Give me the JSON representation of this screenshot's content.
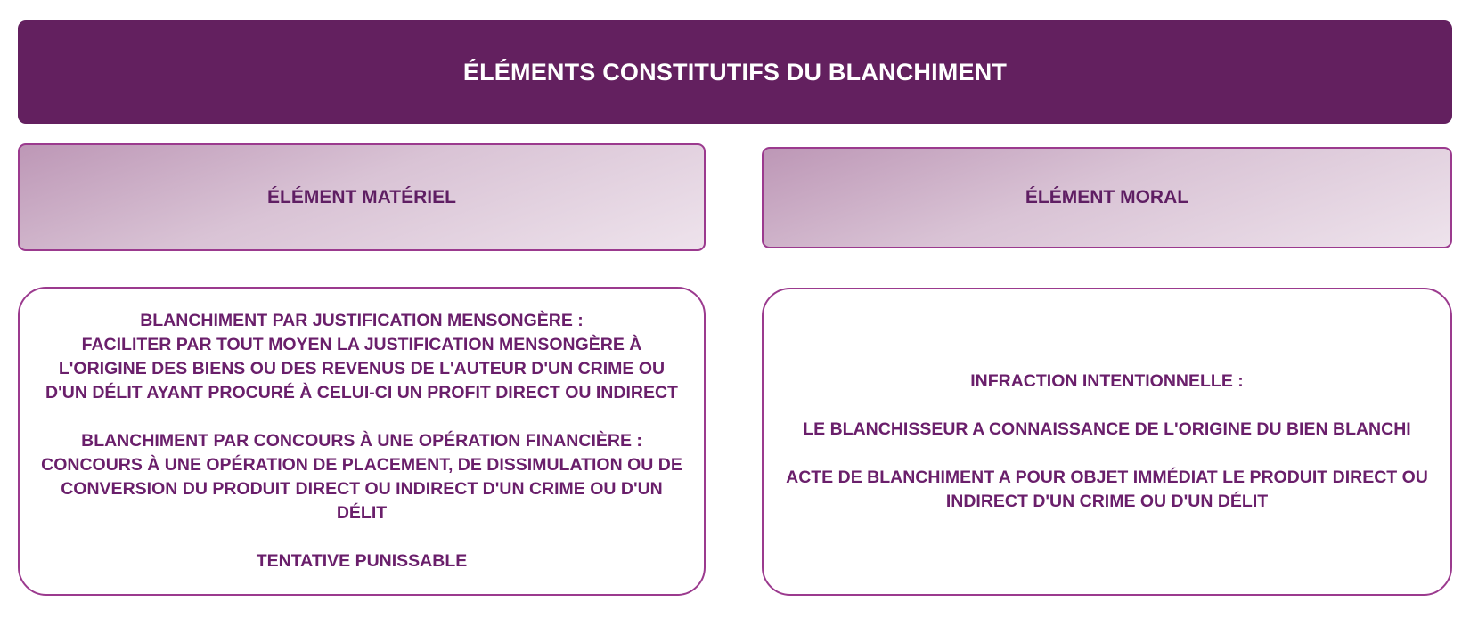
{
  "title": "ÉLÉMENTS CONSTITUTIFS DU BLANCHIMENT",
  "colors": {
    "title_bg": "#63205f",
    "accent_text": "#6a1f6b",
    "border": "#9b3a8e"
  },
  "columns": [
    {
      "heading": "ÉLÉMENT MATÉRIEL",
      "lines": [
        "BLANCHIMENT PAR JUSTIFICATION MENSONGÈRE :",
        "FACILITER PAR TOUT MOYEN LA JUSTIFICATION MENSONGÈRE À L'ORIGINE DES BIENS OU DES REVENUS DE L'AUTEUR D'UN CRIME OU D'UN DÉLIT AYANT PROCURÉ À CELUI-CI UN PROFIT DIRECT OU INDIRECT",
        "BLANCHIMENT PAR CONCOURS À UNE OPÉRATION FINANCIÈRE :",
        "CONCOURS À UNE OPÉRATION DE PLACEMENT, DE DISSIMULATION OU DE CONVERSION DU PRODUIT DIRECT OU INDIRECT D'UN CRIME OU D'UN DÉLIT",
        "TENTATIVE PUNISSABLE"
      ]
    },
    {
      "heading": "ÉLÉMENT MORAL",
      "lines": [
        "INFRACTION INTENTIONNELLE :",
        "LE BLANCHISSEUR A CONNAISSANCE DE L'ORIGINE DU BIEN BLANCHI",
        "ACTE DE BLANCHIMENT A POUR OBJET IMMÉDIAT LE PRODUIT DIRECT OU INDIRECT D'UN CRIME OU D'UN DÉLIT"
      ]
    }
  ]
}
